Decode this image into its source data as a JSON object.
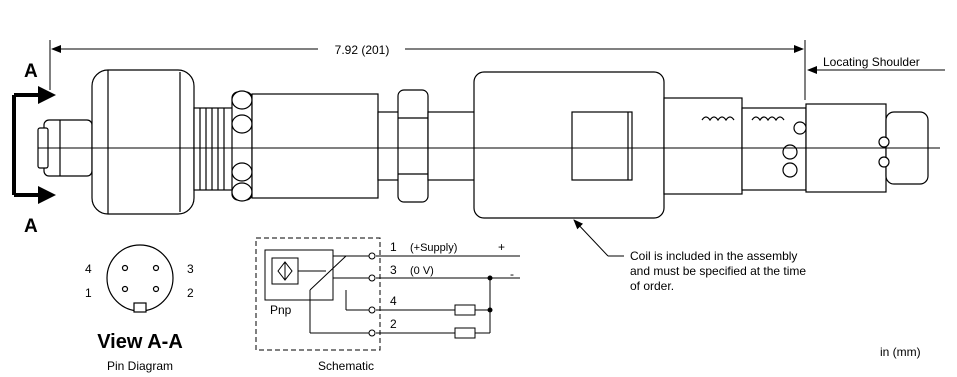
{
  "dimension": {
    "overall_length": "7.92 (201)"
  },
  "locating_shoulder": "Locating Shoulder",
  "section_markers": {
    "top": "A",
    "bottom": "A"
  },
  "coil_note": {
    "line1": "Coil is included in the assembly",
    "line2": "and must be specified at the time",
    "line3": "of order."
  },
  "pin_diagram": {
    "pins": {
      "p1": "1",
      "p2": "2",
      "p3": "3",
      "p4": "4"
    },
    "view_title": "View A-A",
    "caption": "Pin Diagram"
  },
  "schematic": {
    "caption": "Schematic",
    "sensor_label": "Pnp",
    "terminals": [
      {
        "pin": "1",
        "label": "(+Supply)",
        "sign": "+"
      },
      {
        "pin": "3",
        "label": "(0 V)",
        "sign": "-"
      },
      {
        "pin": "4"
      },
      {
        "pin": "2"
      }
    ]
  },
  "units": "in (mm)"
}
